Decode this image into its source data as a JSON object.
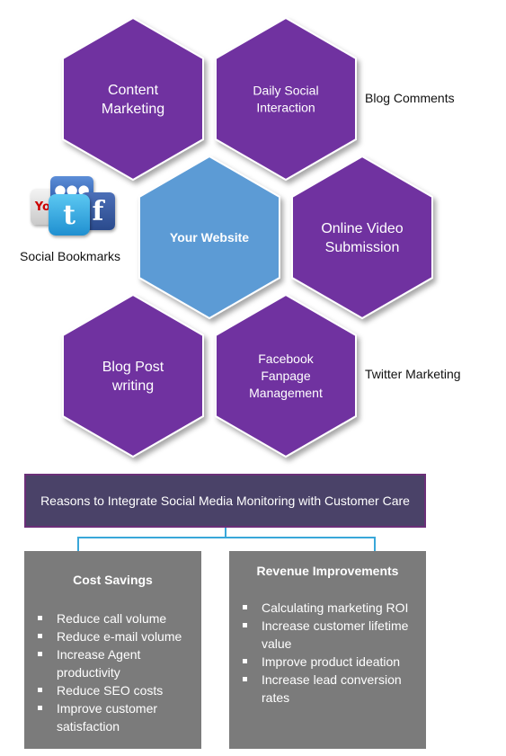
{
  "hexagons": [
    {
      "id": "content-marketing",
      "lines": [
        "Content",
        "Marketing"
      ],
      "fill": "#7030a0",
      "center": true
    },
    {
      "id": "daily-social",
      "lines": [
        "Daily Social",
        "Interaction"
      ],
      "fill": "#7030a0"
    },
    {
      "id": "your-website",
      "lines": [
        "Your Website"
      ],
      "fill": "#5b9bd5"
    },
    {
      "id": "online-video",
      "lines": [
        "Online Video",
        "Submission"
      ],
      "fill": "#7030a0"
    },
    {
      "id": "blog-post",
      "lines": [
        "Blog Post",
        "writing"
      ],
      "fill": "#7030a0"
    },
    {
      "id": "facebook-fanpage",
      "lines": [
        "Facebook",
        "Fanpage",
        "Management"
      ],
      "fill": "#7030a0"
    }
  ],
  "labels": {
    "blog_comments": "Blog Comments",
    "social_bookmarks": "Social Bookmarks",
    "twitter_marketing": "Twitter Marketing"
  },
  "icons": [
    "youtube-icon",
    "group-icon",
    "twitter-icon",
    "facebook-icon"
  ],
  "reasons_title": "Reasons to Integrate Social Media Monitoring with Customer Care",
  "cost_savings": {
    "title": "Cost Savings",
    "items": [
      "Reduce call volume",
      "Reduce e-mail volume",
      "Increase Agent productivity",
      "Reduce SEO costs",
      "Improve customer satisfaction"
    ]
  },
  "revenue_improvements": {
    "title": "Revenue Improvements",
    "items": [
      "Calculating marketing ROI",
      "Increase customer lifetime value",
      "Improve product ideation",
      "Increase lead conversion rates"
    ]
  },
  "colors": {
    "purple": "#7030a0",
    "blue": "#5b9bd5",
    "box": "#4a4268",
    "panel": "#7b7b7b",
    "connector": "#39a7d9"
  }
}
